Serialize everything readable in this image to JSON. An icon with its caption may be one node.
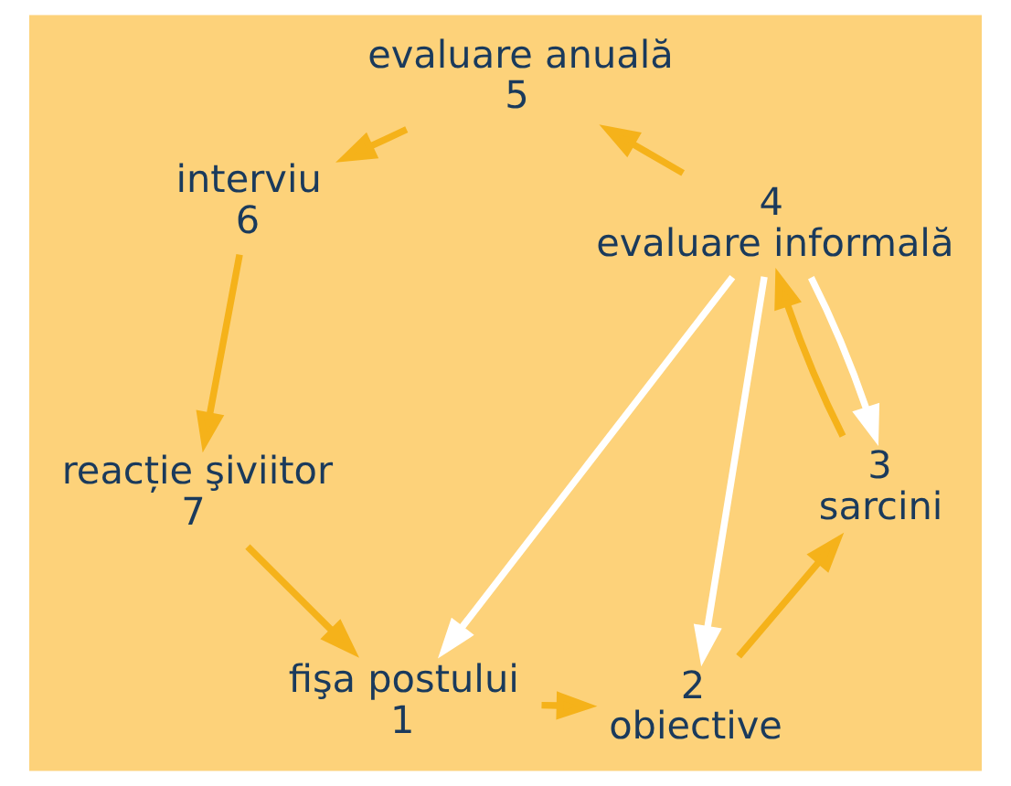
{
  "diagram": {
    "nodes": [
      {
        "text": [
          "fişa postului",
          "1"
        ]
      },
      {
        "text": [
          "2",
          "obiective"
        ]
      },
      {
        "text": [
          "3",
          "sarcini"
        ]
      },
      {
        "text": [
          "4",
          "evaluare informală"
        ]
      },
      {
        "text": [
          "evaluare anuală",
          "5"
        ]
      },
      {
        "text": [
          "interviu",
          "6"
        ]
      },
      {
        "text": [
          "reacție şiviitor",
          "7"
        ]
      }
    ],
    "edges": [
      {
        "from": 0,
        "to": 1,
        "arrow": "to"
      },
      {
        "from": 1,
        "to": 2,
        "arrow": "to"
      },
      {
        "from": 2,
        "to": 3,
        "arrow": "to"
      },
      {
        "from": 3,
        "to": 4,
        "arrow": "to"
      },
      {
        "from": 4,
        "to": 5,
        "arrow": "to"
      },
      {
        "from": 5,
        "to": 6,
        "arrow": "to"
      },
      {
        "from": 6,
        "to": 0,
        "arrow": "to"
      },
      {
        "from": 3,
        "to": 0,
        "arrow": "to",
        "color": "#ffffff"
      },
      {
        "from": 3,
        "to": 1,
        "arrow": "to",
        "color": "#ffffff"
      },
      {
        "from": 3,
        "to": 2,
        "arrow": "to",
        "color": "#ffffff"
      }
    ]
  }
}
